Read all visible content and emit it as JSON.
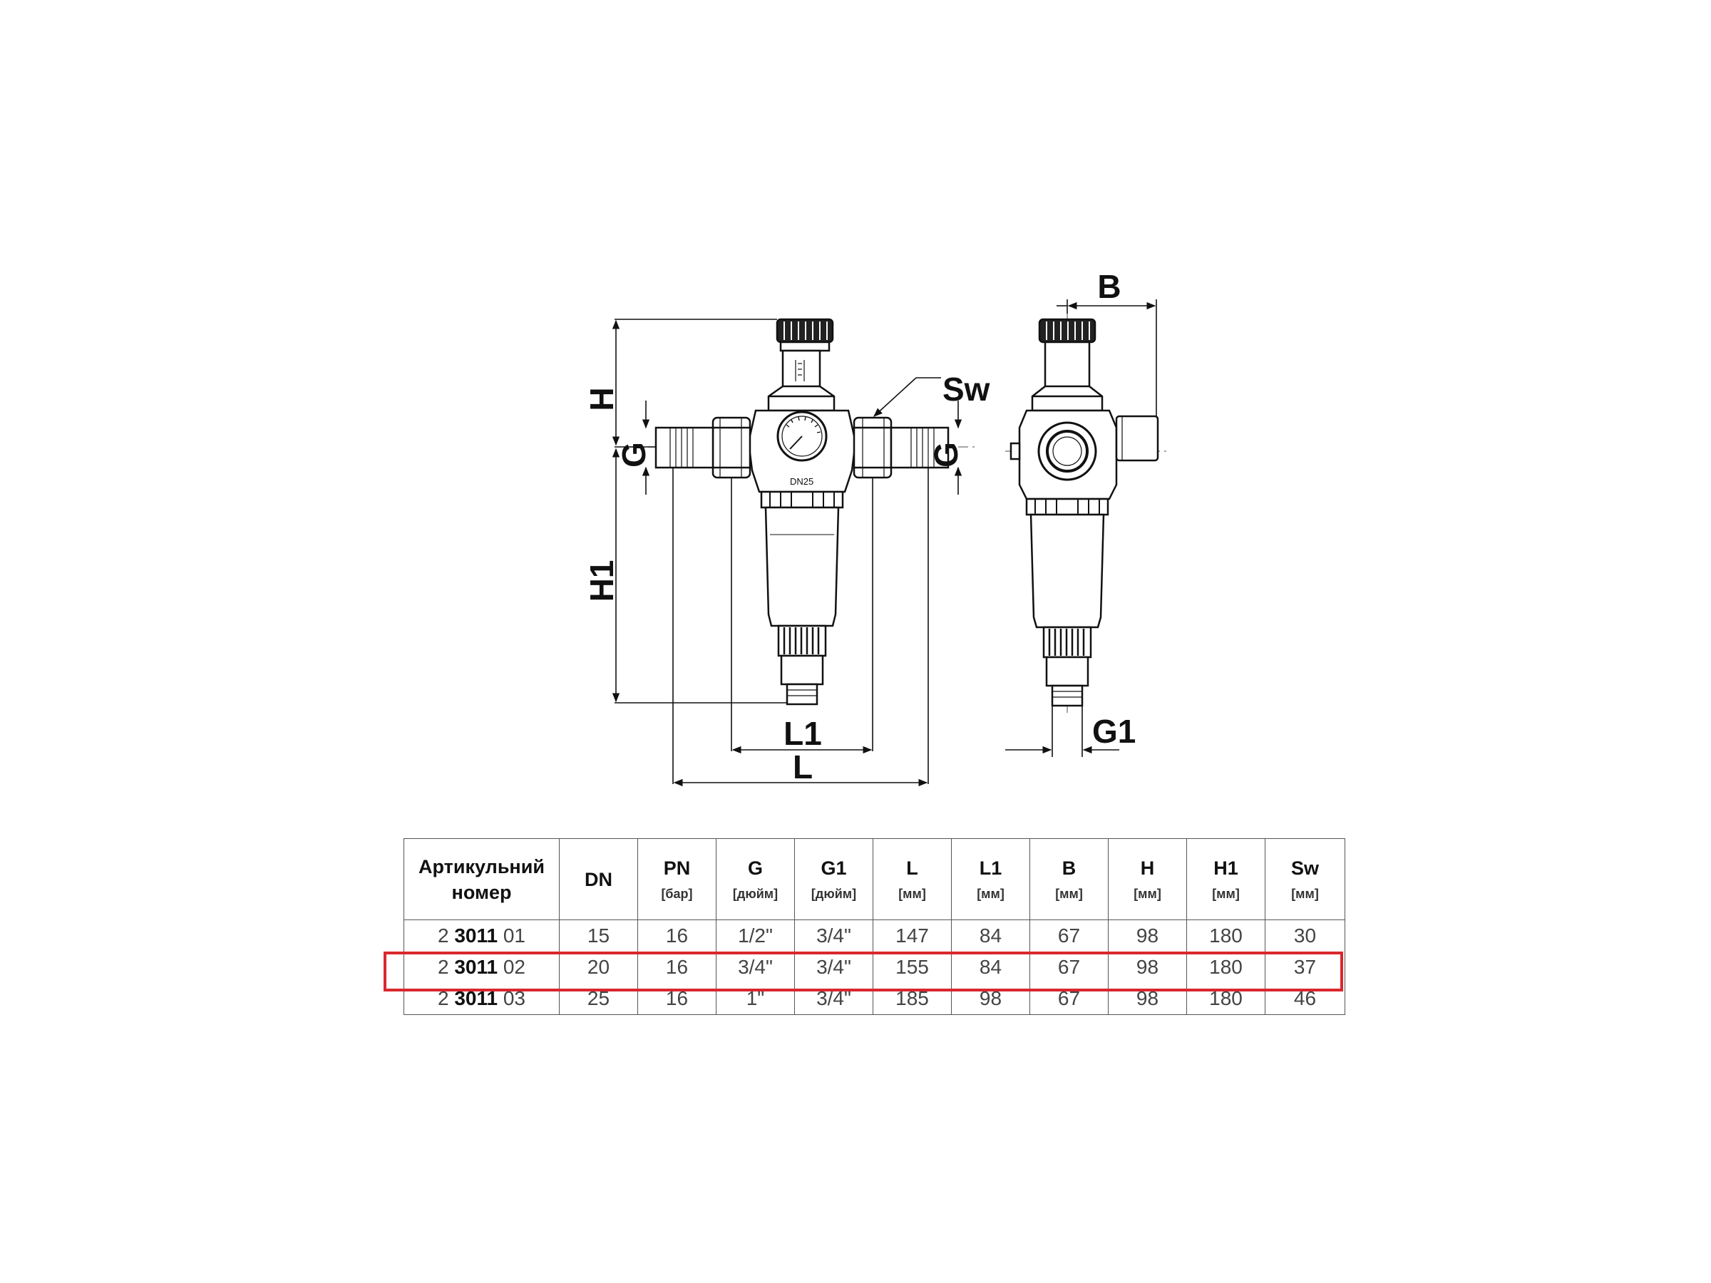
{
  "drawing": {
    "front_view": {
      "dim_H": "H",
      "dim_G": "G",
      "dim_H1": "H1",
      "dim_Sw": "Sw",
      "dim_L1": "L1",
      "dim_L": "L",
      "size_mark": "DN25"
    },
    "side_view": {
      "dim_B": "B",
      "dim_G1": "G1"
    }
  },
  "table": {
    "header": {
      "article_line1": "Артикульний",
      "article_line2": "номер",
      "columns": [
        {
          "name": "DN",
          "unit": ""
        },
        {
          "name": "PN",
          "unit": "[бар]"
        },
        {
          "name": "G",
          "unit": "[дюйм]"
        },
        {
          "name": "G1",
          "unit": "[дюйм]"
        },
        {
          "name": "L",
          "unit": "[мм]"
        },
        {
          "name": "L1",
          "unit": "[мм]"
        },
        {
          "name": "B",
          "unit": "[мм]"
        },
        {
          "name": "H",
          "unit": "[мм]"
        },
        {
          "name": "H1",
          "unit": "[мм]"
        },
        {
          "name": "Sw",
          "unit": "[мм]"
        }
      ]
    },
    "rows": [
      {
        "art_prefix": "2",
        "art_main": "3011",
        "art_suffix": "01",
        "values": [
          "15",
          "16",
          "1/2\"",
          "3/4\"",
          "147",
          "84",
          "67",
          "98",
          "180",
          "30"
        ]
      },
      {
        "art_prefix": "2",
        "art_main": "3011",
        "art_suffix": "02",
        "values": [
          "20",
          "16",
          "3/4\"",
          "3/4\"",
          "155",
          "84",
          "67",
          "98",
          "180",
          "37"
        ]
      },
      {
        "art_prefix": "2",
        "art_main": "3011",
        "art_suffix": "03",
        "values": [
          "25",
          "16",
          "1\"",
          "3/4\"",
          "185",
          "98",
          "67",
          "98",
          "180",
          "46"
        ]
      }
    ],
    "highlighted_row": 1,
    "highlight_color": "#d9272e"
  }
}
